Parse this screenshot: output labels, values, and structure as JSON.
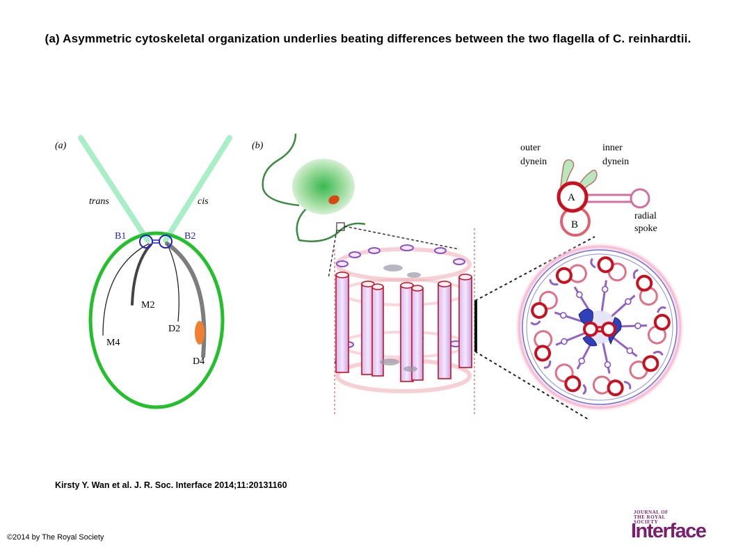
{
  "slide": {
    "title": "(a) Asymmetric cytoskeletal organization underlies beating differences between the two flagella of C. reinhardtii.",
    "citation": "Kirsty Y. Wan et al. J. R. Soc. Interface 2014;11:20131160",
    "copyright": "©2014 by The Royal Society"
  },
  "panel_a": {
    "label": "(a)",
    "trans": "trans",
    "cis": "cis",
    "b1": "B1",
    "b2": "B2",
    "m2": "M2",
    "d2": "D2",
    "m4": "M4",
    "d4": "D4"
  },
  "panel_b": {
    "label": "(b)",
    "outer_dynein_1": "outer",
    "outer_dynein_2": "dynein",
    "inner_dynein_1": "inner",
    "inner_dynein_2": "dynein",
    "a": "A",
    "b": "B",
    "radial_1": "radial",
    "radial_2": "spoke"
  },
  "logo": {
    "line1": "JOURNAL OF THE ROYAL SOCIETY",
    "line2": "Interface"
  },
  "colors": {
    "flagella": "#a8efc8",
    "cell_outline": "#22c02a",
    "basal_body": "#2020c8",
    "eyespot": "#f08030",
    "axoneme_red": "#c81020",
    "axoneme_purple": "#8a50c8",
    "spoke_pink": "#e07088"
  }
}
